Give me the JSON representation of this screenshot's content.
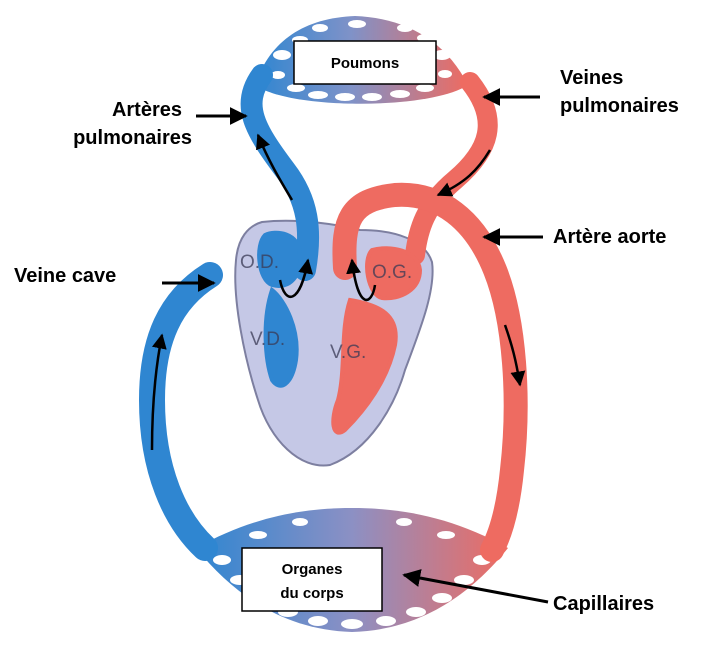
{
  "colors": {
    "venous_blue": "#2f86d1",
    "arterial_red": "#ee6b61",
    "heart_fill": "#c5c8e6",
    "heart_stroke": "#7d7fa0",
    "arrow": "#000000"
  },
  "labels": {
    "poumons": "Poumons",
    "arteres_line1": "Artères",
    "arteres_line2": "pulmonaires",
    "veines_line1": "Veines",
    "veines_line2": "pulmonaires",
    "artere_aorte": "Artère aorte",
    "veine_cave": "Veine cave",
    "capillaires": "Capillaires",
    "organes_line1": "Organes",
    "organes_line2": "du corps"
  },
  "chambers": {
    "od": "O.D.",
    "vd": "V.D.",
    "og": "O.G.",
    "vg": "V.G."
  }
}
